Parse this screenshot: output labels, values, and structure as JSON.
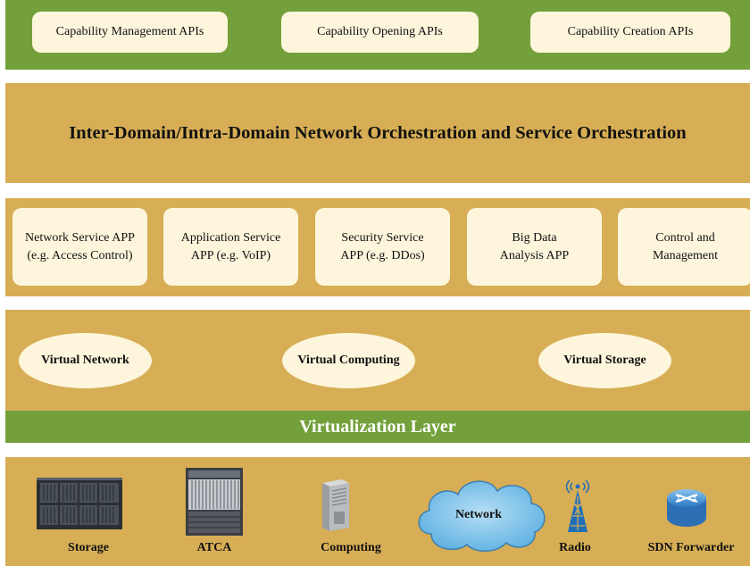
{
  "apis": {
    "items": [
      "Capability Management APIs",
      "Capability Opening APIs",
      "Capability Creation APIs"
    ]
  },
  "orchestration": {
    "title": "Inter-Domain/Intra-Domain Network Orchestration and Service Orchestration"
  },
  "apps": {
    "items": [
      {
        "line1": "Network Service APP",
        "line2": "(e.g. Access Control)"
      },
      {
        "line1": "Application Service",
        "line2": "APP (e.g. VoIP)"
      },
      {
        "line1": "Security Service",
        "line2": "APP (e.g. DDos)"
      },
      {
        "line1": "Big Data",
        "line2": "Analysis APP"
      },
      {
        "line1": "Control and",
        "line2": "Management"
      }
    ]
  },
  "virtual": {
    "items": [
      "Virtual Network",
      "Virtual Computing",
      "Virtual Storage"
    ],
    "layer_title": "Virtualization Layer"
  },
  "hardware": {
    "items": [
      {
        "label": "Storage",
        "icon": "storage-array-icon"
      },
      {
        "label": "ATCA",
        "icon": "atca-chassis-icon"
      },
      {
        "label": "Computing",
        "icon": "server-tower-icon"
      },
      {
        "label": "Network",
        "icon": "cloud-icon"
      },
      {
        "label": "Radio",
        "icon": "radio-tower-icon"
      },
      {
        "label": "SDN Forwarder",
        "icon": "router-icon"
      }
    ]
  },
  "colors": {
    "green": "#73a03b",
    "gold": "#d7ae55",
    "box": "#fdf6dc",
    "cloud": "#7ec4ea"
  }
}
